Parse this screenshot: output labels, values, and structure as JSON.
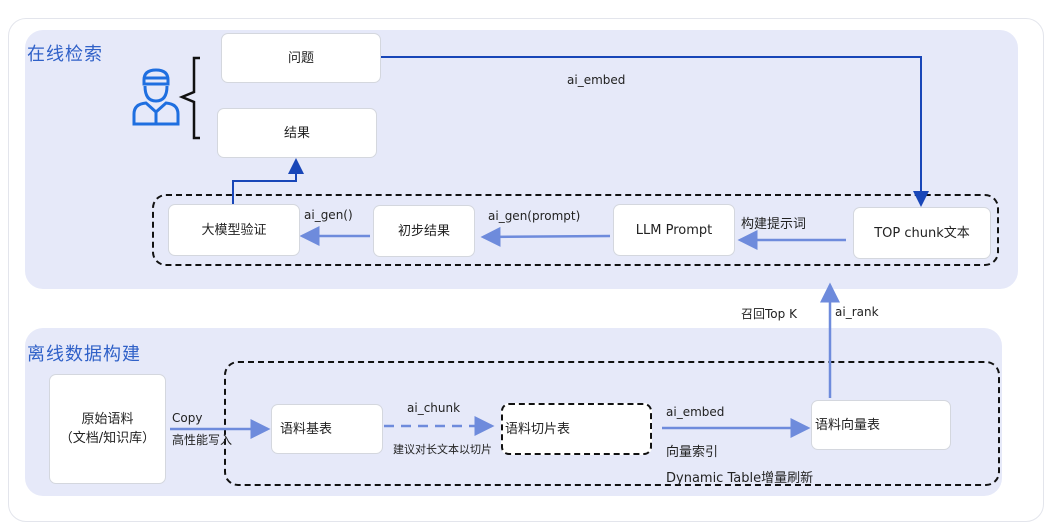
{
  "panels": {
    "online_title": "在线检索",
    "offline_title": "离线数据构建"
  },
  "boxes": {
    "question": "问题",
    "result": "结果",
    "llm_verify": "大模型验证",
    "initial_result": "初步结果",
    "llm_prompt": "LLM Prompt",
    "top_chunk": "TOP chunk文本",
    "raw_corpus_line1": "原始语料",
    "raw_corpus_line2": "（文档/知识库）",
    "corpus_base": "语料基表",
    "corpus_chunks": "语料切片表",
    "corpus_vectors": "语料向量表"
  },
  "edges": {
    "ai_embed_top": "ai_embed",
    "ai_gen": "ai_gen()",
    "ai_gen_prompt": "ai_gen(prompt)",
    "build_prompt": "构建提示词",
    "recall_topk": "召回Top K",
    "ai_rank": "ai_rank",
    "copy": "Copy",
    "high_perf_write": "高性能写入",
    "ai_chunk": "ai_chunk",
    "chunk_suggest": "建议对长文本以切片",
    "ai_embed_bottom": "ai_embed",
    "vector_index": "向量索引",
    "dynamic_table": "Dynamic Table增量刷新"
  },
  "icons": [
    "user-icon",
    "brace-icon"
  ],
  "colors": {
    "accent": "#3061c8",
    "arrow": "#6e8bdc",
    "arrow_dark": "#1846b8",
    "panel_bg": "#e6e9f9"
  }
}
